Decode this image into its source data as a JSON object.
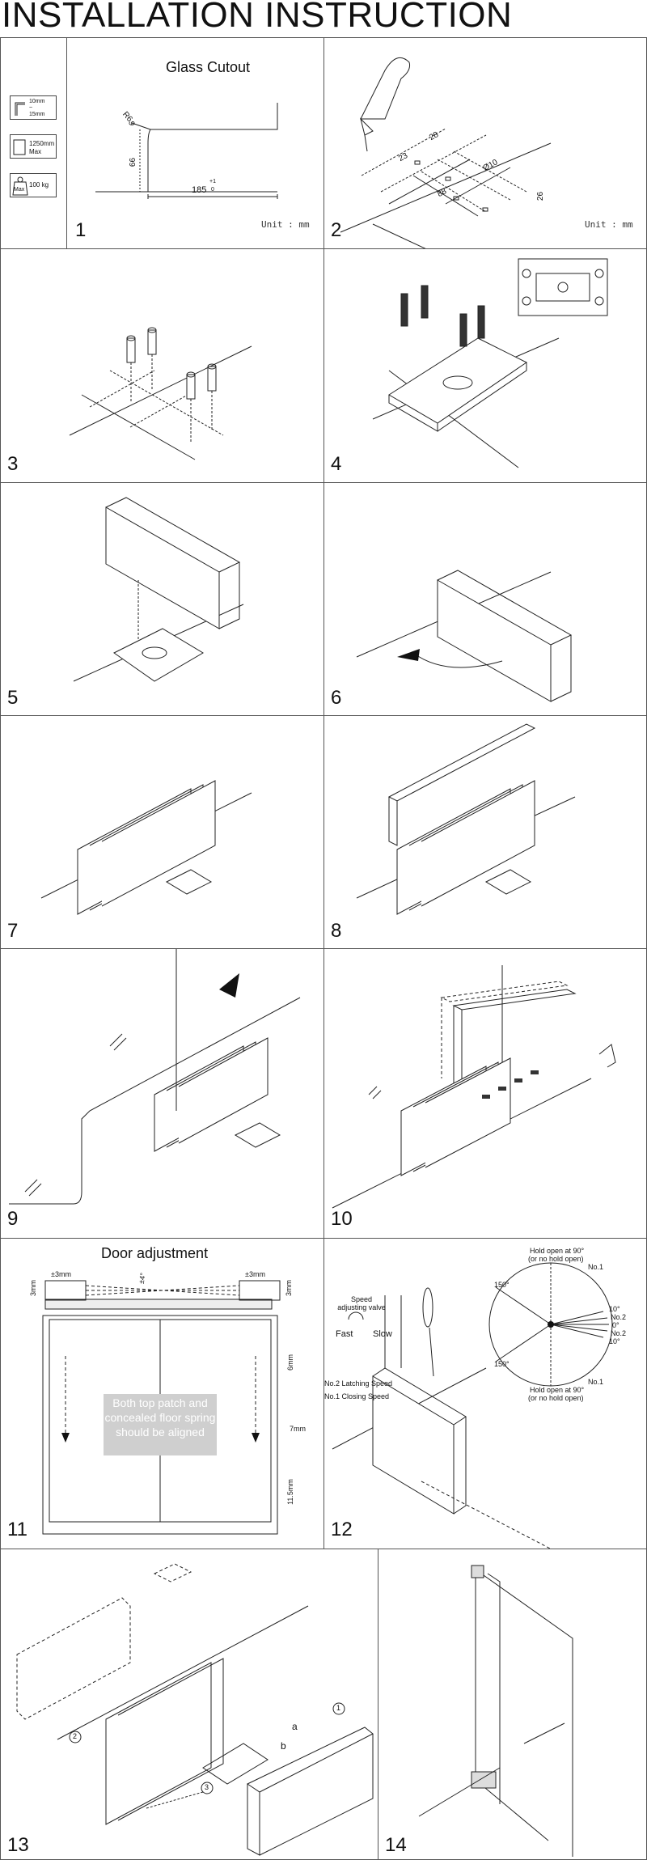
{
  "header": {
    "title": "INSTALLATION INSTRUCTION"
  },
  "specs": [
    {
      "icon": "thickness-icon",
      "text": "10mm\n~\n15mm"
    },
    {
      "icon": "width-icon",
      "text": "1250mm\nMax"
    },
    {
      "icon": "weight-icon",
      "text": "100 kg",
      "prefix": "Max"
    }
  ],
  "step1": {
    "number": "1",
    "title": "Glass Cutout",
    "dims": {
      "r": "R6",
      "a": "6",
      "b": "66",
      "c": "185",
      "tol_up": "+1",
      "tol_down": "0"
    },
    "unit": "Unit : mm"
  },
  "step2": {
    "number": "2",
    "dims": [
      "28",
      "23",
      "88",
      "Ø10",
      "26"
    ],
    "unit": "Unit : mm"
  },
  "steps": [
    "3",
    "4",
    "5",
    "6",
    "7",
    "8",
    "9",
    "10"
  ],
  "step11": {
    "number": "11",
    "title": "Door adjustment",
    "dims": {
      "left": "±3mm",
      "right": "±3mm",
      "angle": "±4°",
      "top": "6mm",
      "side": "7mm",
      "bottom": "11.5mm",
      "v1": "3mm",
      "v2": "3mm"
    },
    "note": "Both top patch and concealed floor spring should be aligned"
  },
  "step12": {
    "number": "12",
    "valve_label": "Speed adjusting valve",
    "fast": "Fast",
    "slow": "Slow",
    "latching": "No.2 Latching Speed",
    "closing": "No.1 Closing Speed",
    "hold_top": "Hold open at 90°",
    "hold_top_sub": "(or no hold open)",
    "hold_bottom": "Hold open at 90°",
    "hold_bottom_sub": "(or no hold open)",
    "angles": [
      "150°",
      "No.1",
      "10°",
      "No.2",
      "0°",
      "No.2",
      "10°",
      "150°",
      "No.1"
    ]
  },
  "step13": {
    "number": "13",
    "callouts": [
      "1",
      "2",
      "3"
    ],
    "labels": [
      "a",
      "b"
    ]
  },
  "step14": {
    "number": "14"
  }
}
